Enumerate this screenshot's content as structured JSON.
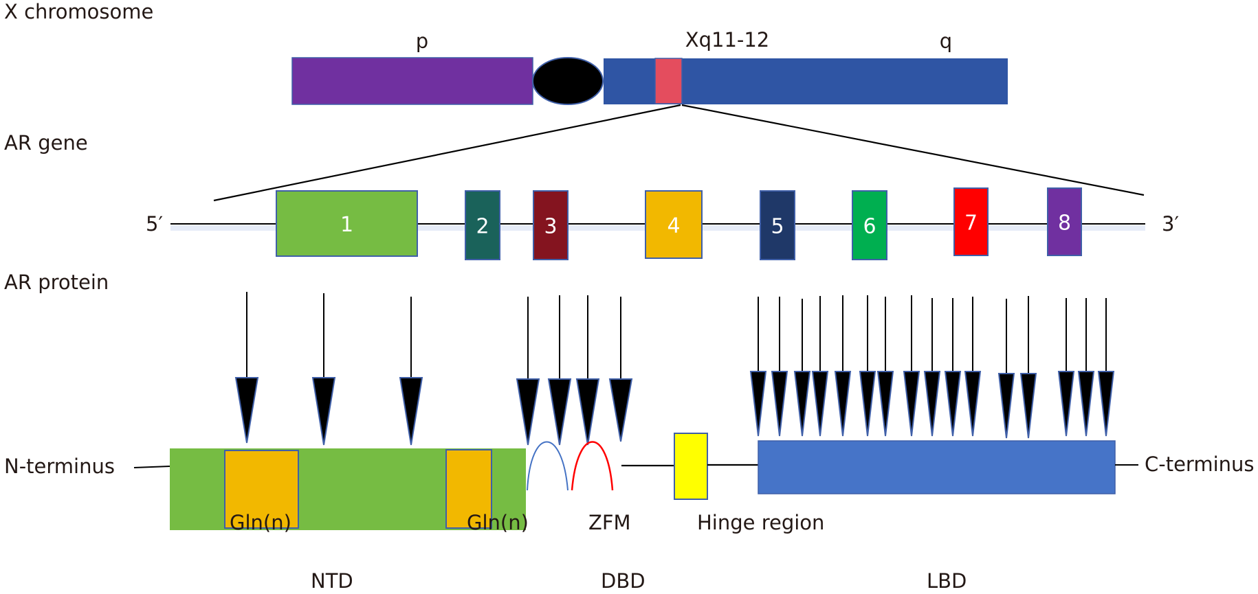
{
  "sections": {
    "chromosome_label": "X chromosome",
    "gene_label": "AR gene",
    "protein_label": "AR protein"
  },
  "chromosome": {
    "p_arm_label": "p",
    "q_arm_label": "q",
    "band_label": "Xq11-12",
    "colors": {
      "p_arm": "#7030A0",
      "centromere": "#000000",
      "q_arm": "#2F55A4",
      "band": "#E44D5E"
    }
  },
  "gene": {
    "five_prime": "5′",
    "three_prime": "3′",
    "exons": [
      {
        "number": "1",
        "color": "#76BC43"
      },
      {
        "number": "2",
        "color": "#1A625A"
      },
      {
        "number": "3",
        "color": "#84141F"
      },
      {
        "number": "4",
        "color": "#F2B800"
      },
      {
        "number": "5",
        "color": "#1F3868"
      },
      {
        "number": "6",
        "color": "#00AF50"
      },
      {
        "number": "7",
        "color": "#FF0000"
      },
      {
        "number": "8",
        "color": "#7030A0"
      }
    ]
  },
  "protein": {
    "n_terminus": "N-terminus",
    "c_terminus": "C-terminus",
    "features": {
      "gln1": "Gln(n)",
      "gln2": "Gln(n)",
      "zfm": "ZFM",
      "hinge": "Hinge region"
    },
    "domains": {
      "ntd": "NTD",
      "dbd": "DBD",
      "lbd": "LBD"
    },
    "colors": {
      "ntd": "#76BC43",
      "gln": "#F2B800",
      "zf1": "#4472C4",
      "zf2": "#FF0000",
      "hinge": "#FFFF00",
      "lbd": "#4674C8"
    },
    "mutation_counts": {
      "ntd": 3,
      "dbd": 4,
      "lbd": 18
    }
  }
}
